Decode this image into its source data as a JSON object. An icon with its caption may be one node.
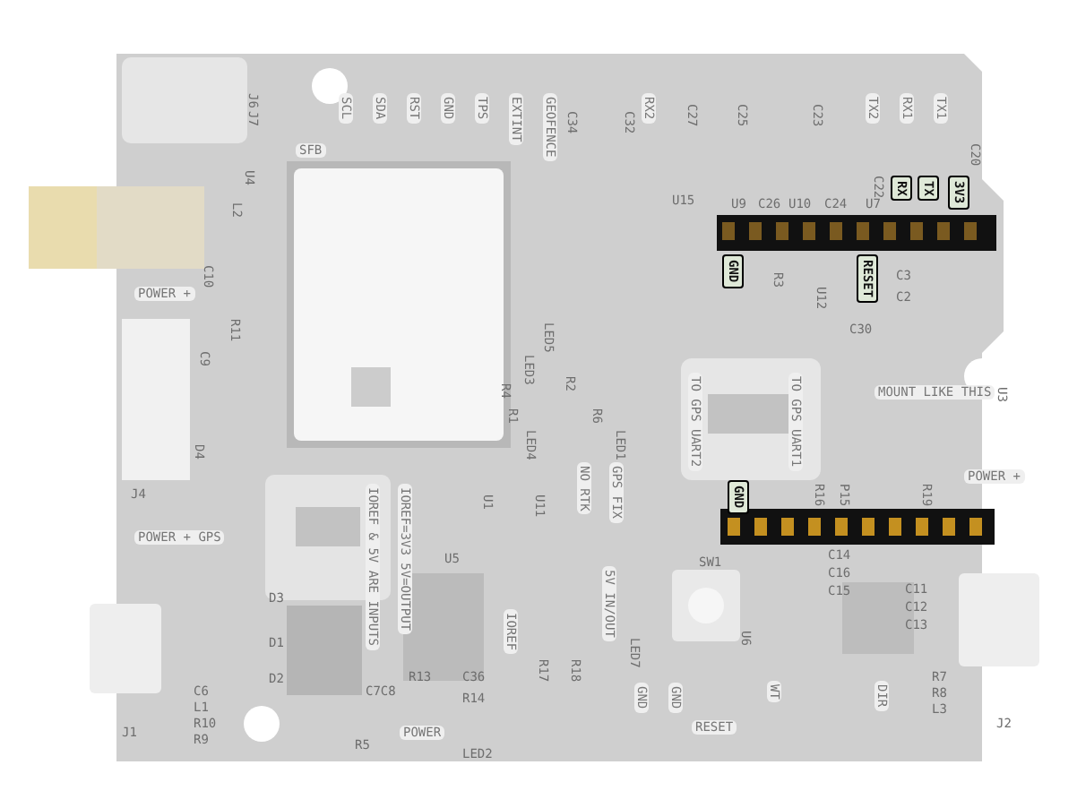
{
  "diagram": {
    "labels": [
      "SCL",
      "SDA",
      "RST",
      "GND",
      "TPS",
      "EXTINT",
      "GEOFENCE",
      "RX2",
      "TX2",
      "RX1",
      "TX1",
      "J6",
      "J7",
      "SFB",
      "U4",
      "L2",
      "C10",
      "R11",
      "C9",
      "C34",
      "C32",
      "C27",
      "C25",
      "C23",
      "C20",
      "U9",
      "C26",
      "U10",
      "C24",
      "U7",
      "C22",
      "RX",
      "TX",
      "3V3",
      "GND",
      "RESET",
      "R3",
      "C3",
      "C2",
      "C30",
      "U12",
      "U15",
      "POWER +",
      "D4",
      "J4",
      "LED5",
      "LED3",
      "R4",
      "R2",
      "TO GPS UART2",
      "TO GPS UART1",
      "MOUNT LIKE THIS",
      "U3",
      "LED4",
      "R1",
      "R6",
      "LED1",
      "NO RTK",
      "GPS FIX",
      "GND",
      "R16",
      "P15",
      "R19",
      "POWER +",
      "POWER + GPS",
      "IOREF & 5V ARE INPUTS",
      "IOREF=3V3 5V=OUTPUT",
      "U1",
      "U11",
      "U5",
      "D3",
      "D1",
      "D2",
      "5V IN/OUT",
      "SW1",
      "U6",
      "C14",
      "C16",
      "C15",
      "C11",
      "C12",
      "C13",
      "IOREF",
      "R17",
      "R18",
      "LED7",
      "R13",
      "C36",
      "R14",
      "C7C8",
      "GND",
      "GND",
      "RESET",
      "WT",
      "DIR",
      "R7",
      "R8",
      "L3",
      "J2",
      "J1",
      "C6",
      "L1",
      "R10",
      "R9",
      "R5",
      "POWER",
      "LED2"
    ]
  }
}
